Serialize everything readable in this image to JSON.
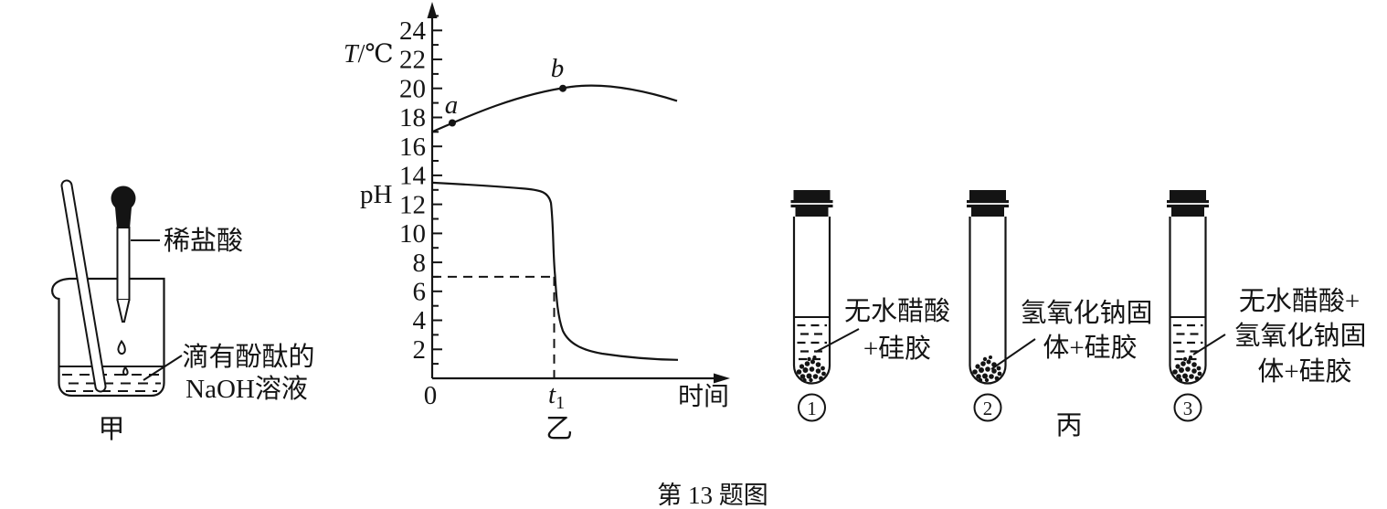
{
  "figure_caption": "第 13 题图",
  "apparatus": {
    "dropper_label": "稀盐酸",
    "solution_label_line1": "滴有酚酞的",
    "solution_label_line2": "NaOH溶液",
    "caption": "甲"
  },
  "graph": {
    "y_axis_label_top_var": "T",
    "y_axis_label_top_unit": "/℃",
    "y_axis_label_bottom": "pH",
    "x_axis_label": "时间",
    "origin_label": "0",
    "t1_base": "t",
    "t1_sub": "1",
    "point_a": "a",
    "point_b": "b",
    "caption": "乙",
    "ytick_labels": [
      "24",
      "22",
      "20",
      "18",
      "16",
      "14",
      "12",
      "10",
      "8",
      "6",
      "4",
      "2"
    ]
  },
  "tubes": {
    "caption": "丙",
    "items": [
      {
        "number": "1",
        "label_line1": "无水醋酸",
        "label_line2": "+硅胶"
      },
      {
        "number": "2",
        "label_line1": "氢氧化钠固",
        "label_line2": "体+硅胶"
      },
      {
        "number": "3",
        "label_line1": "无水醋酸+",
        "label_line2": "氢氧化钠固",
        "label_line3": "体+硅胶"
      }
    ]
  },
  "chart_data": {
    "type": "line",
    "title": "",
    "xlabel": "时间",
    "ylabel_upper_series": "T/℃",
    "ylabel_lower_series": "pH",
    "ylim": [
      0,
      25
    ],
    "yticks": [
      2,
      4,
      6,
      8,
      10,
      12,
      14,
      16,
      18,
      20,
      22,
      24
    ],
    "x_axis_special_labels": [
      "0",
      "t1"
    ],
    "t1_normalized_x": 0.41,
    "series": [
      {
        "name": "T/℃",
        "x_normalized": [
          0,
          0.07,
          0.25,
          0.44,
          0.55,
          0.82
        ],
        "values": [
          17,
          17.6,
          19.0,
          20.0,
          20.1,
          19.3
        ]
      },
      {
        "name": "pH",
        "x_normalized": [
          0,
          0.3,
          0.38,
          0.41,
          0.43,
          0.49,
          0.6,
          0.82
        ],
        "values": [
          13.5,
          13.1,
          12.5,
          7,
          3.5,
          2.2,
          1.5,
          1.2
        ]
      }
    ],
    "annotated_points": [
      {
        "label": "a",
        "series": "T/℃",
        "x_normalized": 0.07,
        "value": 17.6
      },
      {
        "label": "b",
        "series": "T/℃",
        "x_normalized": 0.44,
        "value": 20.0
      }
    ],
    "dashed_guides": [
      {
        "kind": "horizontal",
        "value": 7,
        "from": 0,
        "to": "t1"
      },
      {
        "kind": "vertical",
        "at": "t1",
        "up_to_value": 7
      }
    ],
    "legend": "none",
    "grid": false
  }
}
